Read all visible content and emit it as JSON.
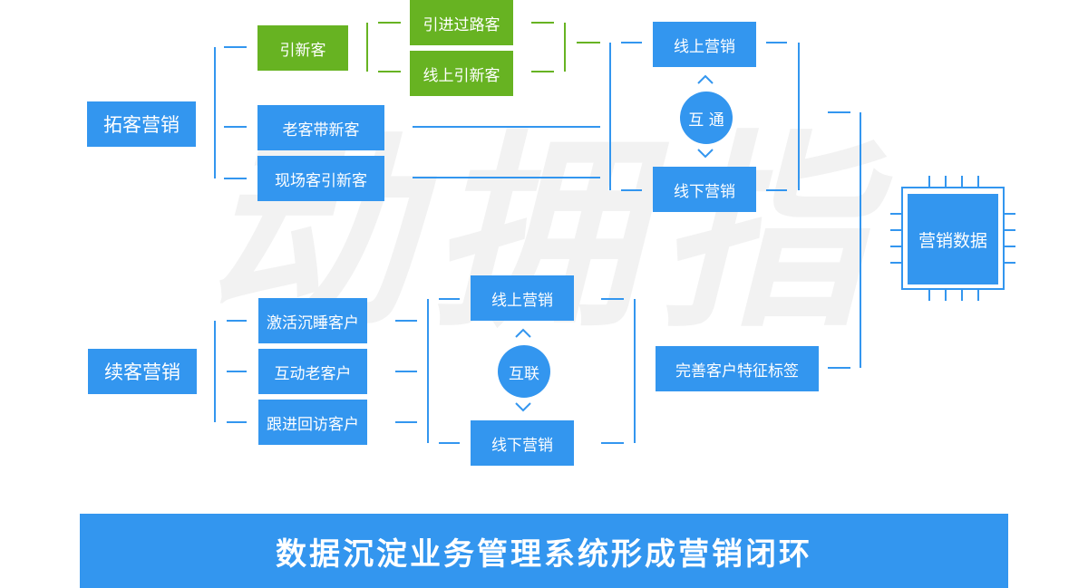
{
  "colors": {
    "primary": "#3396ef",
    "green": "#67b322"
  },
  "watermark": "动拥指",
  "acquisition": {
    "title": "拓客营销",
    "new_customers": "引新客",
    "passers_by": "引进过路客",
    "online_new": "线上引新客",
    "referral": "老客带新客",
    "onsite_referral": "现场客引新客",
    "online_marketing": "线上营销",
    "interconnect": "互 通",
    "offline_marketing": "线下营销"
  },
  "retention": {
    "title": "续客营销",
    "activate_dormant": "激活沉睡客户",
    "interact_old": "互动老客户",
    "follow_up_visit": "跟进回访客户",
    "online_marketing": "线上营销",
    "link": "互联",
    "offline_marketing": "线下营销",
    "tags": "完善客户特征标签"
  },
  "core": {
    "label": "营销数据"
  },
  "banner": {
    "text": "数据沉淀业务管理系统形成营销闭环"
  }
}
